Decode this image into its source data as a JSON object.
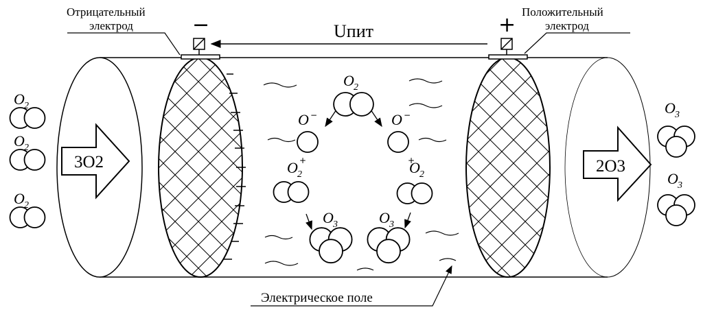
{
  "labels": {
    "negative_electrode_line1": "Отрицательный",
    "negative_electrode_line2": "электрод",
    "positive_electrode_line1": "Положительный",
    "positive_electrode_line2": "электрод",
    "voltage": "Uпит",
    "minus_sign": "−",
    "plus_sign": "+",
    "electric_field": "Электрическое поле",
    "input_flow": "3O2",
    "output_flow": "2O3"
  },
  "molecules": {
    "o_letter": "O",
    "sub_2": "2",
    "sub_3": "3",
    "minus": "−",
    "plus": "+"
  }
}
